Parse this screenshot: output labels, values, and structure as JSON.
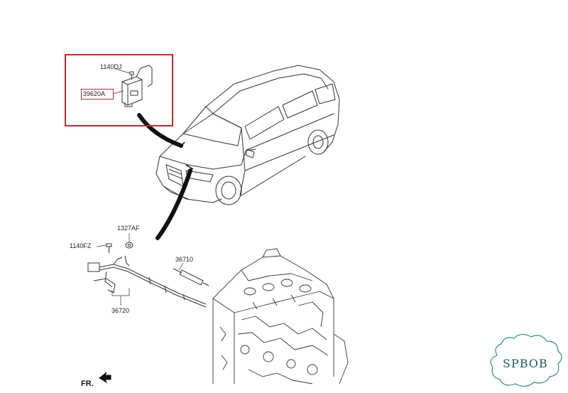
{
  "labels": {
    "bolt_top": "1140DJ",
    "relay_unit": "39620A",
    "bolt_left": "1140FZ",
    "nut": "1327AF",
    "glow_plug": "36710",
    "harness": "36720",
    "front_marker": "FR."
  },
  "watermark": {
    "text": "SPBOB",
    "color": "#2d8a96"
  },
  "colors": {
    "callout": "#c8282a",
    "line": "#333333",
    "arrow": "#111111"
  },
  "icons": [
    "relay-unit-icon",
    "bolt-icon",
    "nut-icon",
    "glow-plug-icon",
    "wiring-harness-icon",
    "engine-block-icon",
    "van-icon",
    "front-arrow-icon"
  ]
}
